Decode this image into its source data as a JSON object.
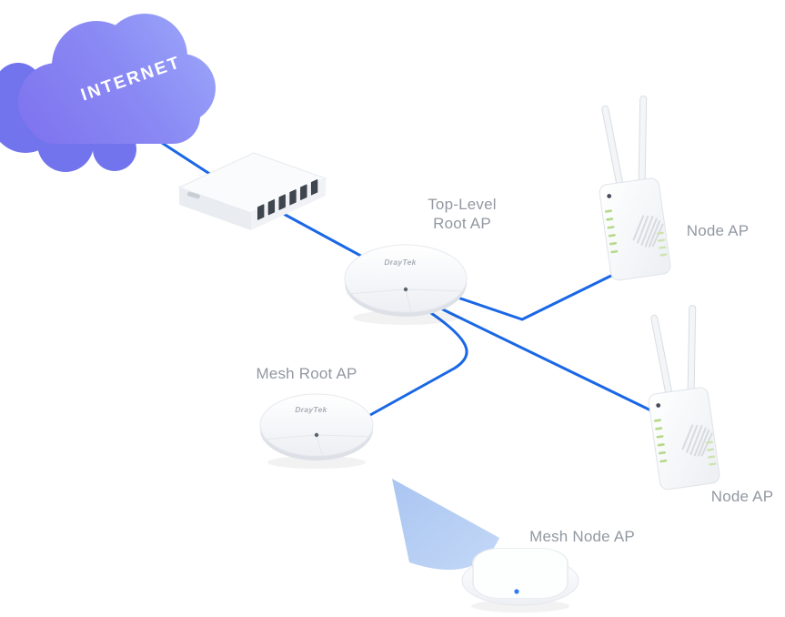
{
  "page": {
    "background": "#ffffff"
  },
  "colors": {
    "link_blue": "#1a67e6",
    "cloud_purple_front": "#8a8af4",
    "cloud_purple_back": "#7174ec",
    "wireless_wedge_blue": "#b3ccf3",
    "label_gray": "#9298a1",
    "led_green": "#b5d98b",
    "status_led_blue": "#2f7bf6"
  },
  "diagram": {
    "cloud": {
      "label": "INTERNET"
    },
    "devices": {
      "switch": {
        "type": "ethernet-switch",
        "ports_visible": 6
      },
      "top_level_root_ap": {
        "label_lines": [
          "Top-Level",
          "Root AP"
        ],
        "brand": "DrayTek",
        "type": "ceiling-mount-ap"
      },
      "node_ap_upper": {
        "label": "Node AP",
        "type": "wall-mount-ap-two-antennas"
      },
      "mesh_root_ap": {
        "label": "Mesh Root AP",
        "brand": "DrayTek",
        "type": "ceiling-mount-ap"
      },
      "node_ap_lower": {
        "label": "Node AP",
        "type": "wall-mount-ap-two-antennas"
      },
      "mesh_node_ap": {
        "label": "Mesh Node AP",
        "type": "ceiling-mount-mesh-ap"
      }
    },
    "connections": [
      {
        "from": "internet_cloud",
        "to": "switch",
        "medium": "wired"
      },
      {
        "from": "switch",
        "to": "top_level_root_ap",
        "medium": "wired"
      },
      {
        "from": "top_level_root_ap",
        "to": "node_ap_upper",
        "medium": "wired"
      },
      {
        "from": "top_level_root_ap",
        "to": "node_ap_lower",
        "medium": "wired"
      },
      {
        "from": "top_level_root_ap",
        "to": "mesh_root_ap",
        "medium": "wired"
      },
      {
        "from": "mesh_root_ap",
        "to": "mesh_node_ap",
        "medium": "wireless"
      }
    ]
  }
}
